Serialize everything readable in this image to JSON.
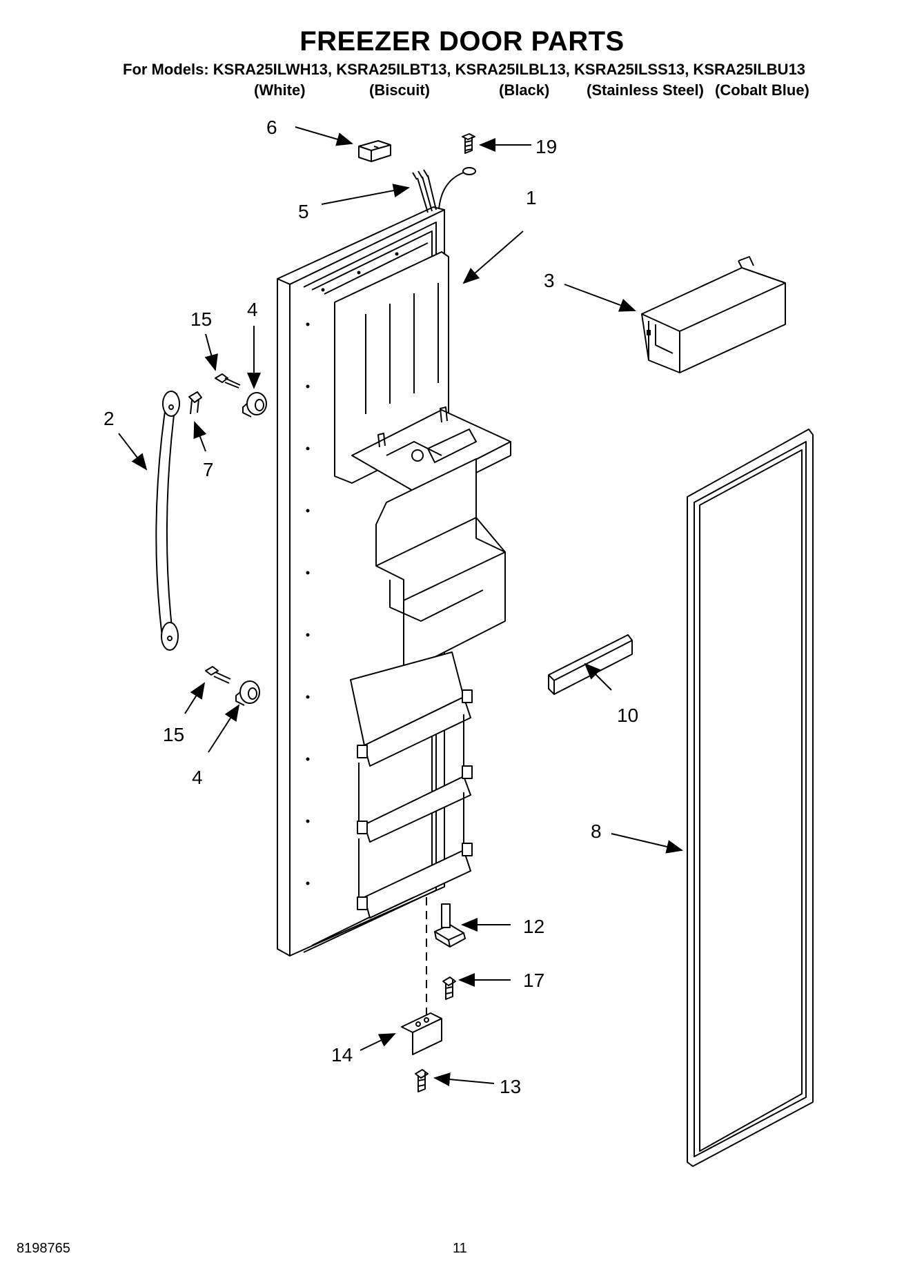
{
  "header": {
    "title": "FREEZER DOOR PARTS",
    "models_line": "For Models: KSRA25ILWH13, KSRA25ILBT13, KSRA25ILBL13, KSRA25ILSS13, KSRA25ILBU13",
    "colors": [
      "(White)",
      "(Biscuit)",
      "(Black)",
      "(Stainless Steel)",
      "(Cobalt Blue)"
    ]
  },
  "callouts": {
    "c1": "1",
    "c2": "2",
    "c3": "3",
    "c4a": "4",
    "c4b": "4",
    "c5": "5",
    "c6": "6",
    "c7": "7",
    "c8": "8",
    "c10": "10",
    "c12": "12",
    "c13": "13",
    "c14": "14",
    "c15a": "15",
    "c15b": "15",
    "c17": "17",
    "c19": "19"
  },
  "footer": {
    "code": "8198765",
    "page": "11"
  }
}
